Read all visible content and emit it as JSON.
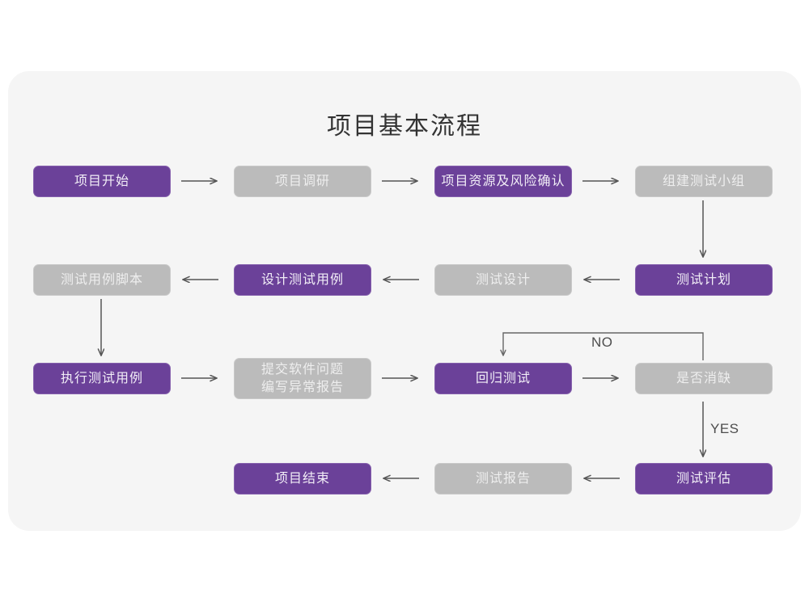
{
  "page": {
    "title": "项目基本流程",
    "background_color": "#ffffff",
    "panel_color": "#f5f5f5"
  },
  "theme": {
    "purple": "#6b4199",
    "purple_border": "#8661ad",
    "purple_text": "#f2eef7",
    "gray": "#bbbbbb",
    "gray_border": "#c9c9c9",
    "gray_text": "#eeeeee",
    "arrow_color": "#555555",
    "title_color": "#333333"
  },
  "nodes": [
    {
      "id": "start",
      "label": "项目开始",
      "style": "purple",
      "row": 1,
      "col": 1
    },
    {
      "id": "research",
      "label": "项目调研",
      "style": "gray",
      "row": 1,
      "col": 2
    },
    {
      "id": "resource",
      "label": "项目资源及风险确认",
      "style": "purple",
      "row": 1,
      "col": 3
    },
    {
      "id": "buildteam",
      "label": "组建测试小组",
      "style": "gray",
      "row": 1,
      "col": 4
    },
    {
      "id": "casescript",
      "label": "测试用例脚本",
      "style": "gray",
      "row": 2,
      "col": 1
    },
    {
      "id": "designcase",
      "label": "设计测试用例",
      "style": "purple",
      "row": 2,
      "col": 2
    },
    {
      "id": "testdesign",
      "label": "测试设计",
      "style": "gray",
      "row": 2,
      "col": 3
    },
    {
      "id": "testplan",
      "label": "测试计划",
      "style": "purple",
      "row": 2,
      "col": 4
    },
    {
      "id": "execcase",
      "label": "执行测试用例",
      "style": "purple",
      "row": 3,
      "col": 1
    },
    {
      "id": "submitbug",
      "label": "提交软件问题\n编写异常报告",
      "style": "gray",
      "row": 3,
      "col": 2
    },
    {
      "id": "regression",
      "label": "回归测试",
      "style": "purple",
      "row": 3,
      "col": 3
    },
    {
      "id": "isresolved",
      "label": "是否消缺",
      "style": "gray",
      "row": 3,
      "col": 4
    },
    {
      "id": "projectend",
      "label": "项目结束",
      "style": "purple",
      "row": 4,
      "col": 2
    },
    {
      "id": "testreport",
      "label": "测试报告",
      "style": "gray",
      "row": 4,
      "col": 3
    },
    {
      "id": "testeval",
      "label": "测试评估",
      "style": "purple",
      "row": 4,
      "col": 4
    }
  ],
  "edges": [
    {
      "from": "start",
      "to": "research",
      "direction": "right",
      "label": ""
    },
    {
      "from": "research",
      "to": "resource",
      "direction": "right",
      "label": ""
    },
    {
      "from": "resource",
      "to": "buildteam",
      "direction": "right",
      "label": ""
    },
    {
      "from": "buildteam",
      "to": "testplan",
      "direction": "down",
      "label": ""
    },
    {
      "from": "testplan",
      "to": "testdesign",
      "direction": "left",
      "label": ""
    },
    {
      "from": "testdesign",
      "to": "designcase",
      "direction": "left",
      "label": ""
    },
    {
      "from": "designcase",
      "to": "casescript",
      "direction": "left",
      "label": ""
    },
    {
      "from": "casescript",
      "to": "execcase",
      "direction": "down",
      "label": ""
    },
    {
      "from": "execcase",
      "to": "submitbug",
      "direction": "right",
      "label": ""
    },
    {
      "from": "submitbug",
      "to": "regression",
      "direction": "right",
      "label": ""
    },
    {
      "from": "regression",
      "to": "isresolved",
      "direction": "right",
      "label": ""
    },
    {
      "from": "isresolved",
      "to": "regression",
      "direction": "loop-up",
      "label": "NO"
    },
    {
      "from": "isresolved",
      "to": "testeval",
      "direction": "down",
      "label": "YES"
    },
    {
      "from": "testeval",
      "to": "testreport",
      "direction": "left",
      "label": ""
    },
    {
      "from": "testreport",
      "to": "projectend",
      "direction": "left",
      "label": ""
    }
  ],
  "edge_labels": {
    "no": "NO",
    "yes": "YES"
  }
}
